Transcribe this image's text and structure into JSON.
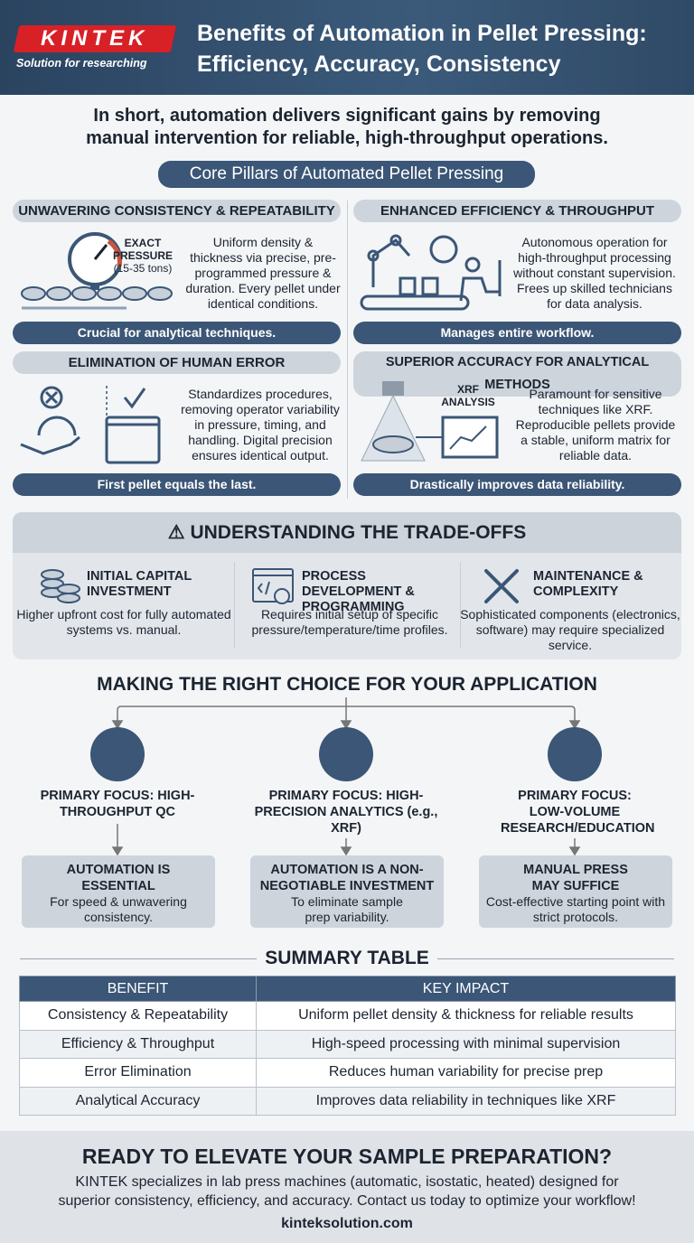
{
  "header": {
    "logo": "KINTEK",
    "tagline": "Solution for researching",
    "title_line1": "Benefits of Automation in Pellet Pressing:",
    "title_line2": "Efficiency, Accuracy, Consistency"
  },
  "intro": {
    "line1": "In short, automation delivers significant gains by removing",
    "line2": "manual intervention for reliable, high-throughput operations."
  },
  "pillars": {
    "title": "Core Pillars of Automated Pellet Pressing",
    "cards": [
      {
        "heading": "UNWAVERING CONSISTENCY & REPEATABILITY",
        "icon_label1": "EXACT",
        "icon_label2": "PRESSURE",
        "icon_label3": "(15-35 tons)",
        "text": "Uniform density & thickness via precise, pre-programmed pressure & duration. Every pellet under identical conditions.",
        "footer": "Crucial for analytical techniques."
      },
      {
        "heading": "ENHANCED EFFICIENCY & THROUGHPUT",
        "text": "Autonomous operation for high-throughput processing without constant supervision. Frees up skilled technicians for data analysis.",
        "footer": "Manages entire workflow."
      },
      {
        "heading": "ELIMINATION OF HUMAN ERROR",
        "text": "Standardizes procedures, removing operator variability in pressure, timing, and handling. Digital precision ensures identical output.",
        "footer": "First pellet equals the last."
      },
      {
        "heading": "SUPERIOR ACCURACY FOR ANALYTICAL METHODS",
        "icon_label1": "XRF",
        "icon_label2": "ANALYSIS",
        "text": "Paramount for sensitive techniques like XRF. Reproducible pellets provide a stable, uniform matrix for reliable data.",
        "footer": "Drastically improves data reliability."
      }
    ]
  },
  "tradeoffs": {
    "title": "UNDERSTANDING THE TRADE-OFFS",
    "items": [
      {
        "heading": "INITIAL CAPITAL INVESTMENT",
        "text": "Higher upfront cost for fully automated systems vs. manual."
      },
      {
        "heading": "PROCESS DEVELOPMENT & PROGRAMMING",
        "text": "Requires initial setup of specific pressure/temperature/time profiles."
      },
      {
        "heading": "MAINTENANCE & COMPLEXITY",
        "text": "Sophisticated components (electronics, software) may require specialized service."
      }
    ]
  },
  "choice": {
    "title": "MAKING THE RIGHT CHOICE FOR YOUR APPLICATION",
    "options": [
      {
        "icon": "factory-icon",
        "focus": "PRIMARY FOCUS: HIGH-THROUGHPUT QC",
        "verdict": "AUTOMATION IS ESSENTIAL",
        "detail": "For speed & unwavering consistency."
      },
      {
        "icon": "lab-analytics-icon",
        "focus": "PRIMARY FOCUS: HIGH-PRECISION ANALYTICS (e.g., XRF)",
        "verdict": "AUTOMATION IS A NON-NEGOTIABLE INVESTMENT",
        "detail": "To eliminate sample prep variability."
      },
      {
        "icon": "school-icon",
        "focus": "PRIMARY FOCUS: LOW-VOLUME RESEARCH/EDUCATION",
        "verdict": "MANUAL PRESS MAY SUFFICE",
        "detail": "Cost-effective starting point with strict protocols."
      }
    ]
  },
  "summary": {
    "title": "SUMMARY TABLE",
    "columns": [
      "BENEFIT",
      "KEY IMPACT"
    ],
    "rows": [
      [
        "Consistency & Repeatability",
        "Uniform pellet density & thickness for reliable results"
      ],
      [
        "Efficiency & Throughput",
        "High-speed processing with minimal supervision"
      ],
      [
        "Error Elimination",
        "Reduces human variability for precise prep"
      ],
      [
        "Analytical Accuracy",
        "Improves data reliability in techniques like XRF"
      ]
    ]
  },
  "cta": {
    "title": "READY TO ELEVATE YOUR SAMPLE PREPARATION?",
    "line1": "KINTEK specializes in lab press machines (automatic, isostatic, heated) designed for",
    "line2": "superior consistency, efficiency, and accuracy. Contact us today to optimize your workflow!",
    "url": "kinteksolution.com"
  },
  "colors": {
    "navy": "#3b5676",
    "header": "#2f4a66",
    "logo_red": "#d82027",
    "light_pill": "#cdd4dc"
  }
}
